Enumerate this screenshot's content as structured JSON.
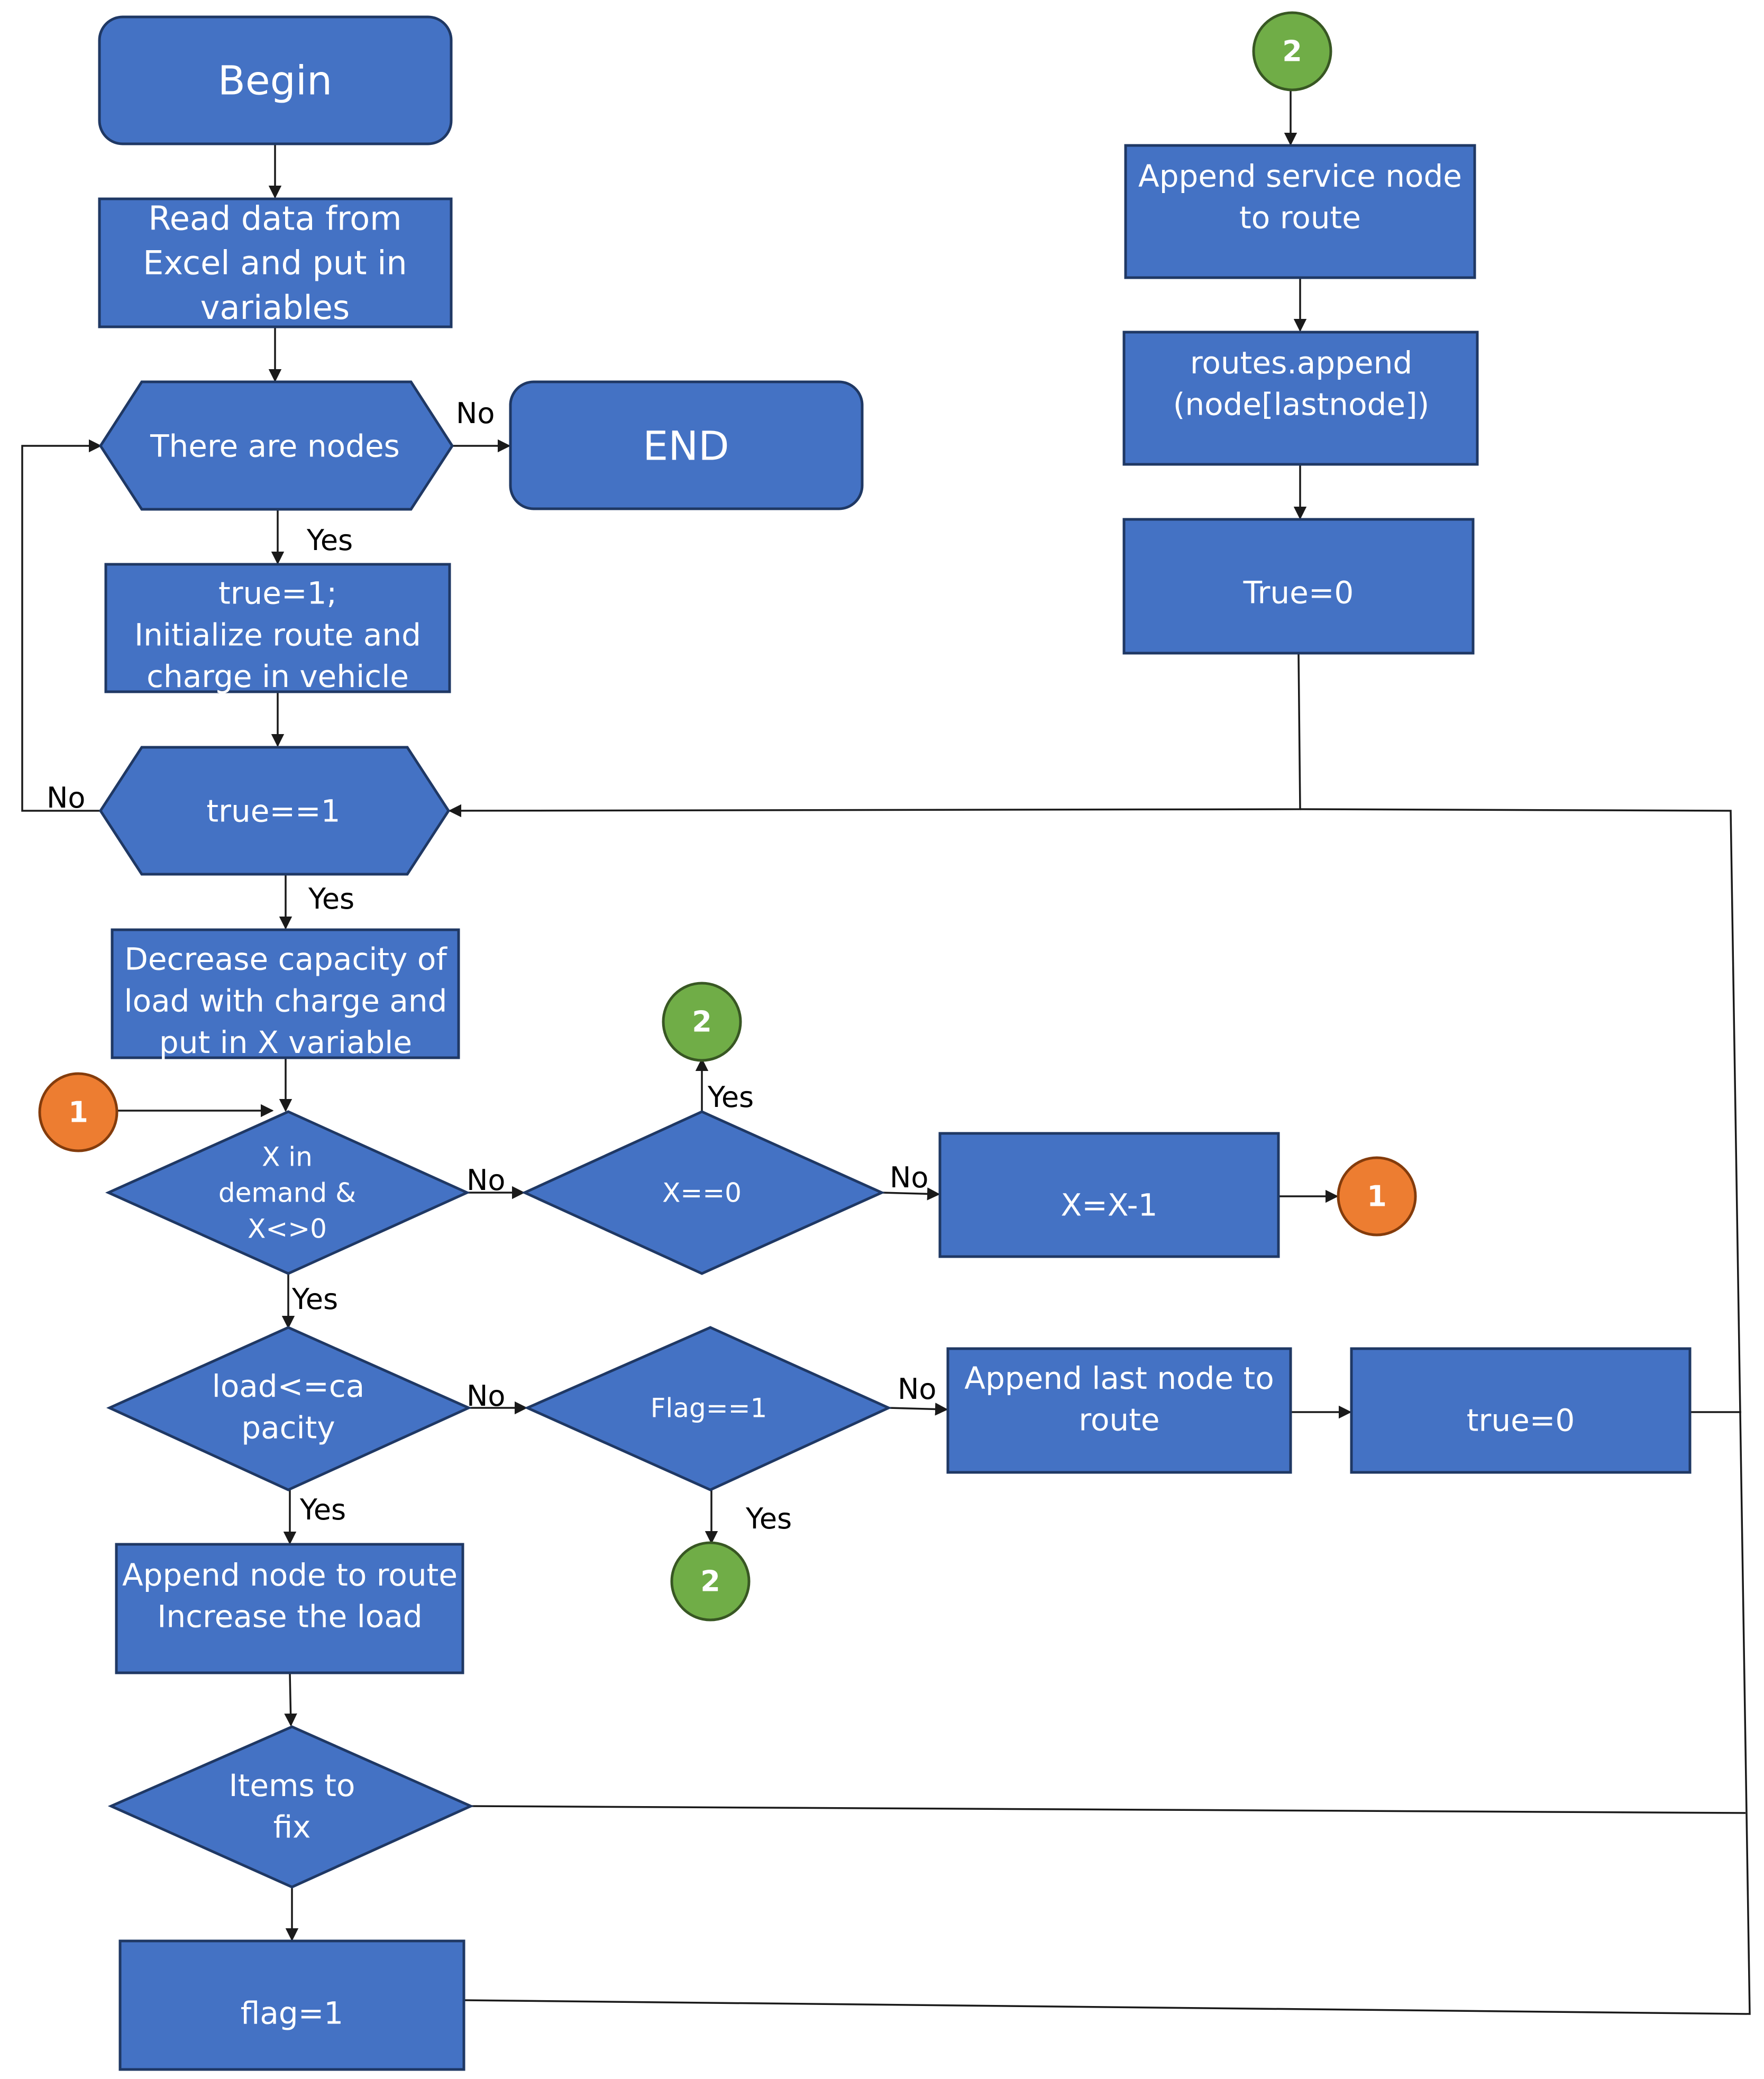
{
  "colors": {
    "process_fill": "#4472C4",
    "process_stroke": "#1F3864",
    "connector_1_fill": "#ED7D31",
    "connector_2_fill": "#70AD47",
    "line": "#1a1a1a"
  },
  "nodes": {
    "begin": [
      "Begin"
    ],
    "read_data": [
      "Read data from",
      "Excel and put in",
      "variables"
    ],
    "there_are_nodes": [
      "There are nodes"
    ],
    "end": [
      "END"
    ],
    "init_route": [
      "true=1;",
      "Initialize route and",
      "charge in vehicle"
    ],
    "true_eq_1": [
      "true==1"
    ],
    "decrease_capacity": [
      "Decrease capacity of",
      "load with charge and",
      "put in X variable"
    ],
    "x_in_demand": [
      "X in",
      "demand &",
      "X<>0"
    ],
    "x_eq_0": [
      "X==0"
    ],
    "x_decrement": [
      "X=X-1"
    ],
    "load_le_capacity": [
      "load<=ca",
      "pacity"
    ],
    "flag_eq_1": [
      "Flag==1"
    ],
    "append_last_node": [
      "Append last node to",
      "route"
    ],
    "true_eq_0_lower": [
      "true=0"
    ],
    "append_node_increase": [
      "Append node to route",
      "Increase the load"
    ],
    "items_to_fix": [
      "Items to",
      "fix"
    ],
    "flag_set_1": [
      "flag=1"
    ],
    "append_service_node": [
      "Append service node",
      "to route"
    ],
    "routes_append": [
      "routes.append",
      "(node[lastnode])"
    ],
    "true_eq_0_upper": [
      "True=0"
    ]
  },
  "connectors": {
    "c1_left": "1",
    "c1_right": "1",
    "c2_top": "2",
    "c2_mid": "2",
    "c2_low": "2"
  },
  "edge_labels": {
    "no_end": "No",
    "yes_init": "Yes",
    "no_loop": "No",
    "yes_decrease": "Yes",
    "yes_c2_mid": "Yes",
    "no_x0": "No",
    "no_xdec": "No",
    "yes_load": "Yes",
    "no_flag": "No",
    "no_append_last": "No",
    "yes_append_node": "Yes",
    "yes_c2_low": "Yes"
  }
}
